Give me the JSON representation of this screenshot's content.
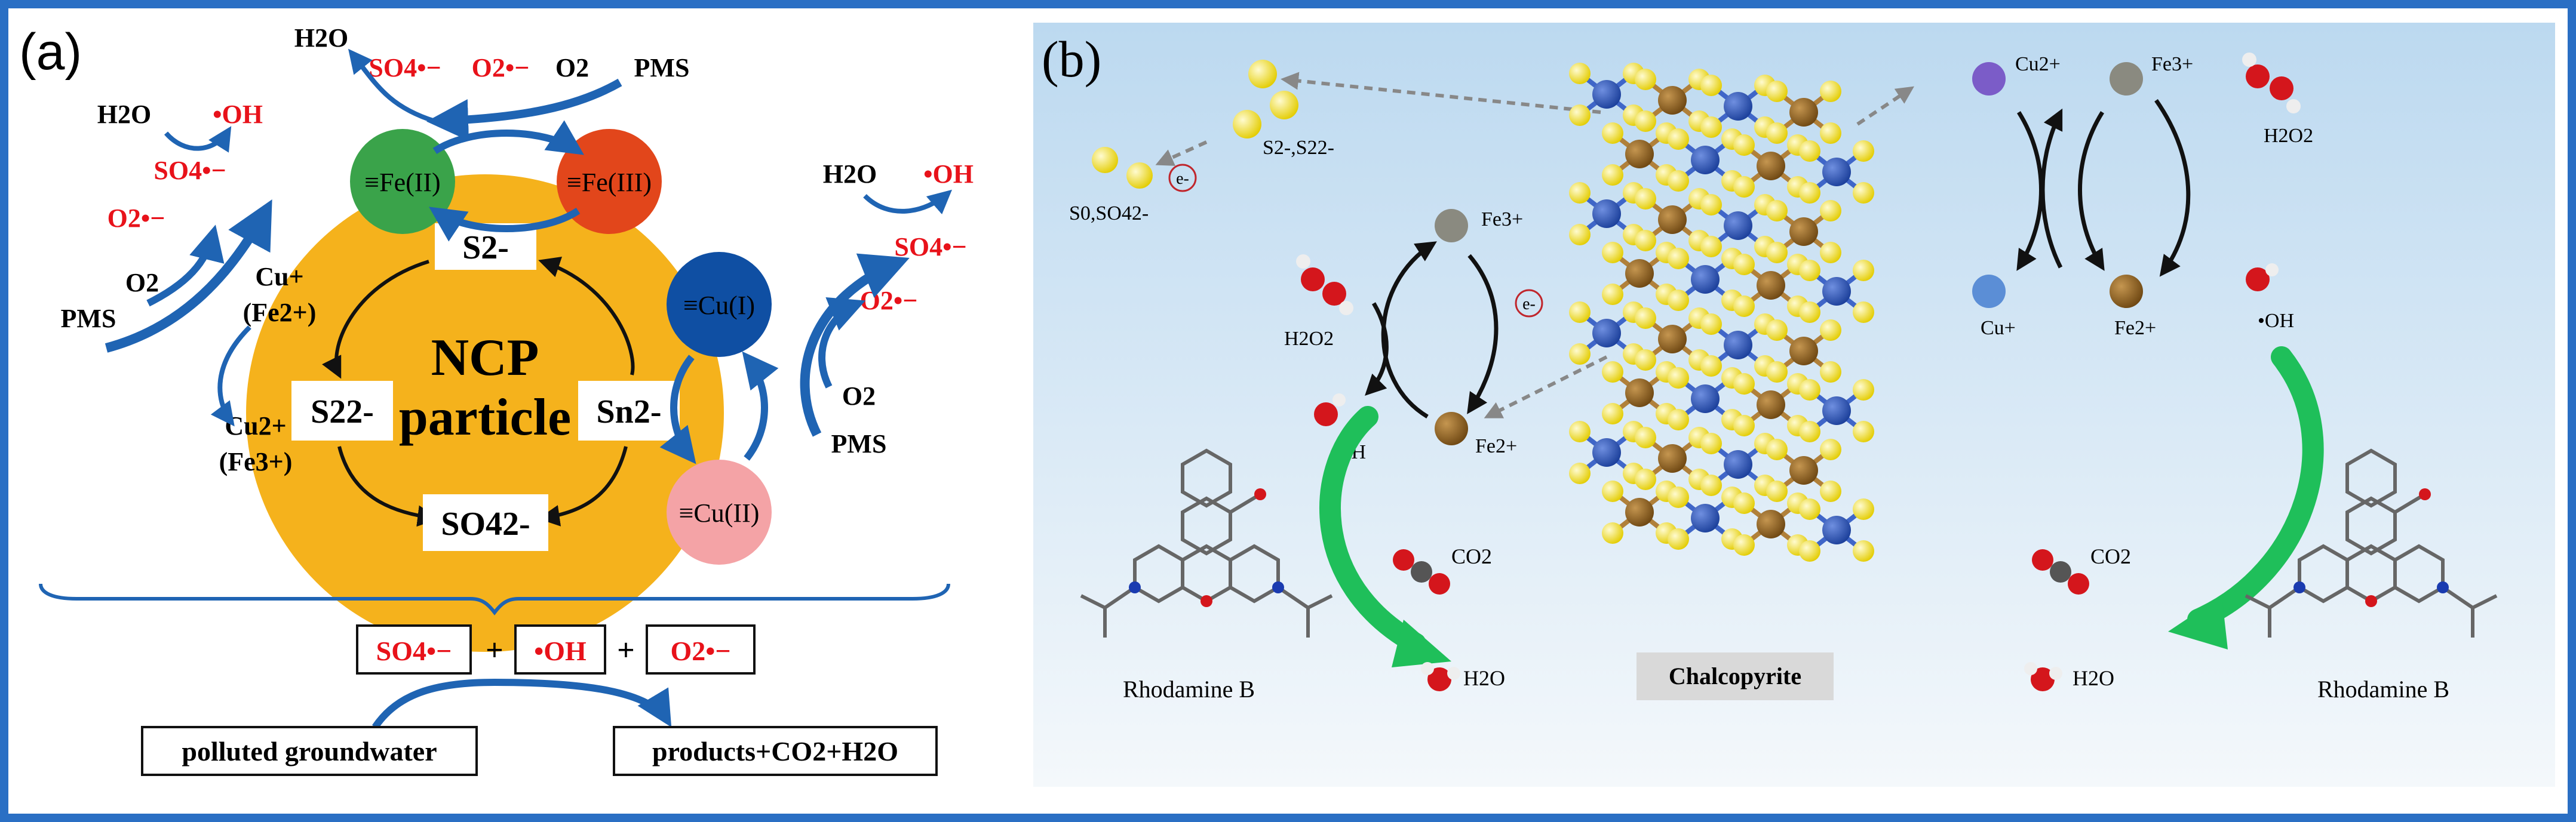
{
  "panel_a": {
    "label": "(a)",
    "particle": {
      "line1": "NCP",
      "line2": "particle"
    },
    "species": {
      "s2": "S2-",
      "s22": "S22-",
      "sn2": "Sn2-",
      "so42": "SO42-",
      "fe2": "≡Fe(II)",
      "fe3": "≡Fe(III)",
      "cu1": "≡Cu(I)",
      "cu2": "≡Cu(II)"
    },
    "text_left": {
      "h2o": "H2O",
      "oh": "•OH",
      "so4": "SO4•−",
      "o2r": "O2•−",
      "o2": "O2",
      "pms": "PMS",
      "cu_plus": "Cu+",
      "fe2plus": "(Fe2+)",
      "cu2plus": "Cu2+",
      "fe3plus": "(Fe3+)"
    },
    "text_top": {
      "h2o": "H2O",
      "so4": "SO4•−",
      "o2r": "O2•−",
      "o2": "O2",
      "pms": "PMS"
    },
    "text_right": {
      "h2o": "H2O",
      "oh": "•OH",
      "so4": "SO4•−",
      "o2r": "O2•−",
      "o2": "O2",
      "pms": "PMS"
    },
    "summary": {
      "so4": "SO4•−",
      "plus1": "+",
      "oh": "•OH",
      "plus2": "+",
      "o2r": "O2•−",
      "from": "polluted groundwater",
      "to": "products+CO2+H2O"
    }
  },
  "panel_b": {
    "label": "(b)",
    "left": {
      "s0": "S0,SO42-",
      "s2": "S2-,S22-",
      "e1": "e-",
      "e2": "e-",
      "fe3": "Fe3+",
      "fe2": "Fe2+",
      "h2o2": "H2O2",
      "oh": "•OH",
      "co2": "CO2",
      "h2o": "H2O",
      "dye": "Rhodamine B"
    },
    "center": {
      "mineral": "Chalcopyrite"
    },
    "right": {
      "cu2": "Cu2+",
      "fe3": "Fe3+",
      "cu1": "Cu+",
      "fe2": "Fe2+",
      "h2o2": "H2O2",
      "oh": "•OH",
      "co2": "CO2",
      "h2o": "H2O",
      "dye": "Rhodamine B"
    }
  },
  "colors": {
    "border": "#2a6fc4",
    "arrow_blue": "#1f64b3",
    "red": "#e8121a",
    "particle": "#f5b21c",
    "fe2": "#3aa34a",
    "fe3": "#e2461b",
    "cu1": "#0f4fa3",
    "cu2": "#f4a3a6",
    "sky": "#cfe3f3",
    "green_arrow": "#1fbf5a",
    "sulfur": "#f1df1a",
    "copper_atom": "#2350b5",
    "iron_atom": "#8a5a17"
  }
}
